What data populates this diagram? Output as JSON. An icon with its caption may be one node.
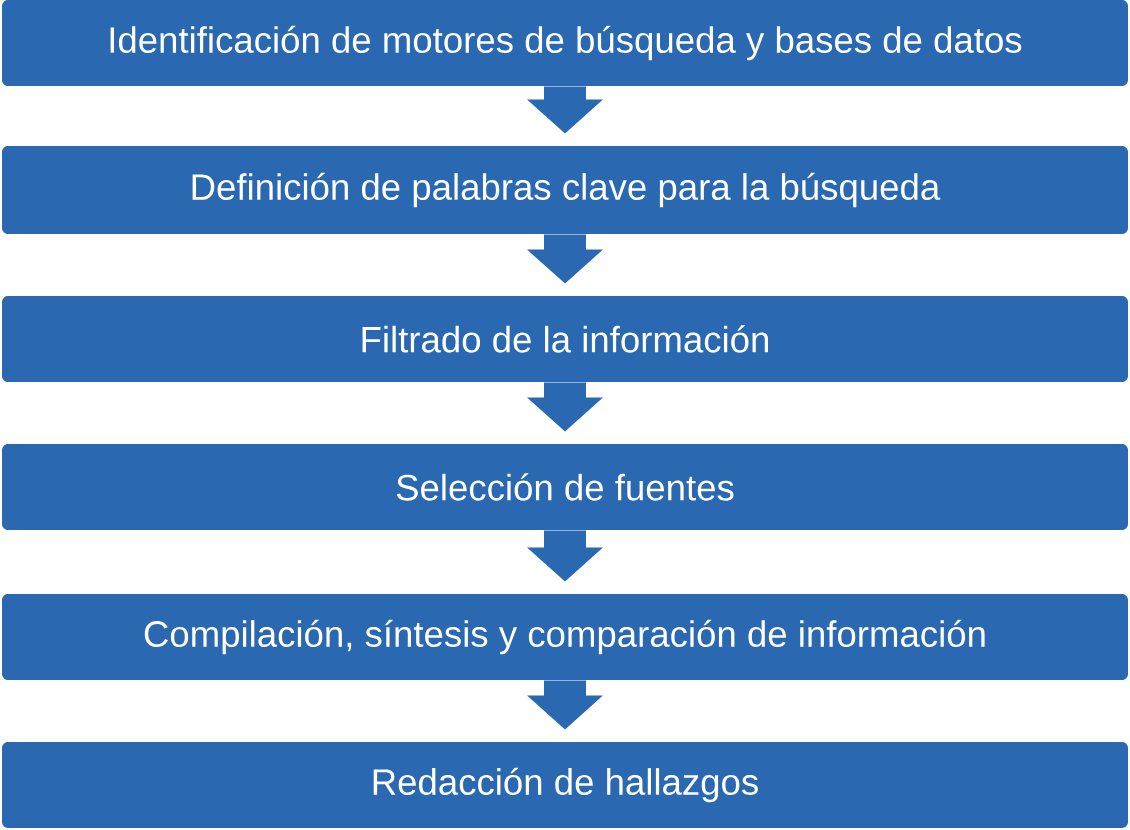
{
  "diagram": {
    "nodes": [
      {
        "text": [
          "Identificación de motores de búsqueda y bases de datos"
        ]
      },
      {
        "text": [
          "Definición de palabras clave para la búsqueda"
        ]
      },
      {
        "text": [
          "Filtrado de la información"
        ]
      },
      {
        "text": [
          "Selección de fuentes"
        ]
      },
      {
        "text": [
          "Compilación, síntesis y comparación de información"
        ]
      },
      {
        "text": [
          "Redacción de hallazgos"
        ]
      }
    ],
    "edges": [
      {
        "from": 0,
        "to": 1,
        "arrow": "to"
      },
      {
        "from": 1,
        "to": 2,
        "arrow": "to"
      },
      {
        "from": 2,
        "to": 3,
        "arrow": "to"
      },
      {
        "from": 3,
        "to": 4,
        "arrow": "to"
      },
      {
        "from": 4,
        "to": 5,
        "arrow": "to"
      }
    ]
  }
}
